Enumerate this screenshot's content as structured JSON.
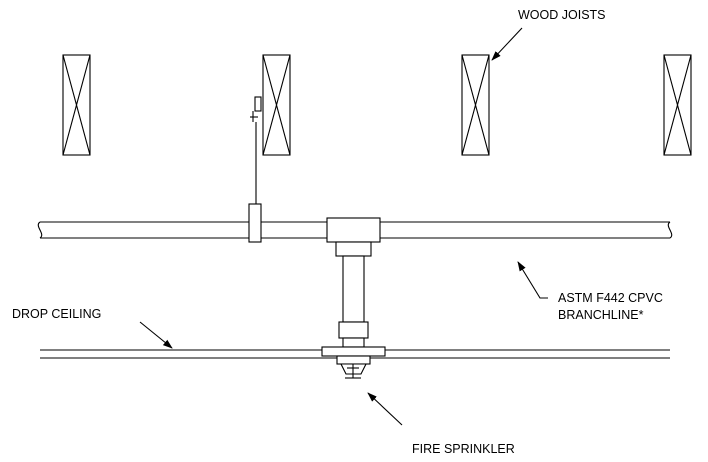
{
  "labels": {
    "wood_joists": "WOOD JOISTS",
    "branchline_line1": "ASTM F442 CPVC",
    "branchline_line2": "BRANCHLINE*",
    "drop_ceiling": "DROP CEILING",
    "fire_sprinkler": "FIRE SPRINKLER"
  },
  "colors": {
    "stroke": "#000000",
    "background": "#ffffff"
  }
}
